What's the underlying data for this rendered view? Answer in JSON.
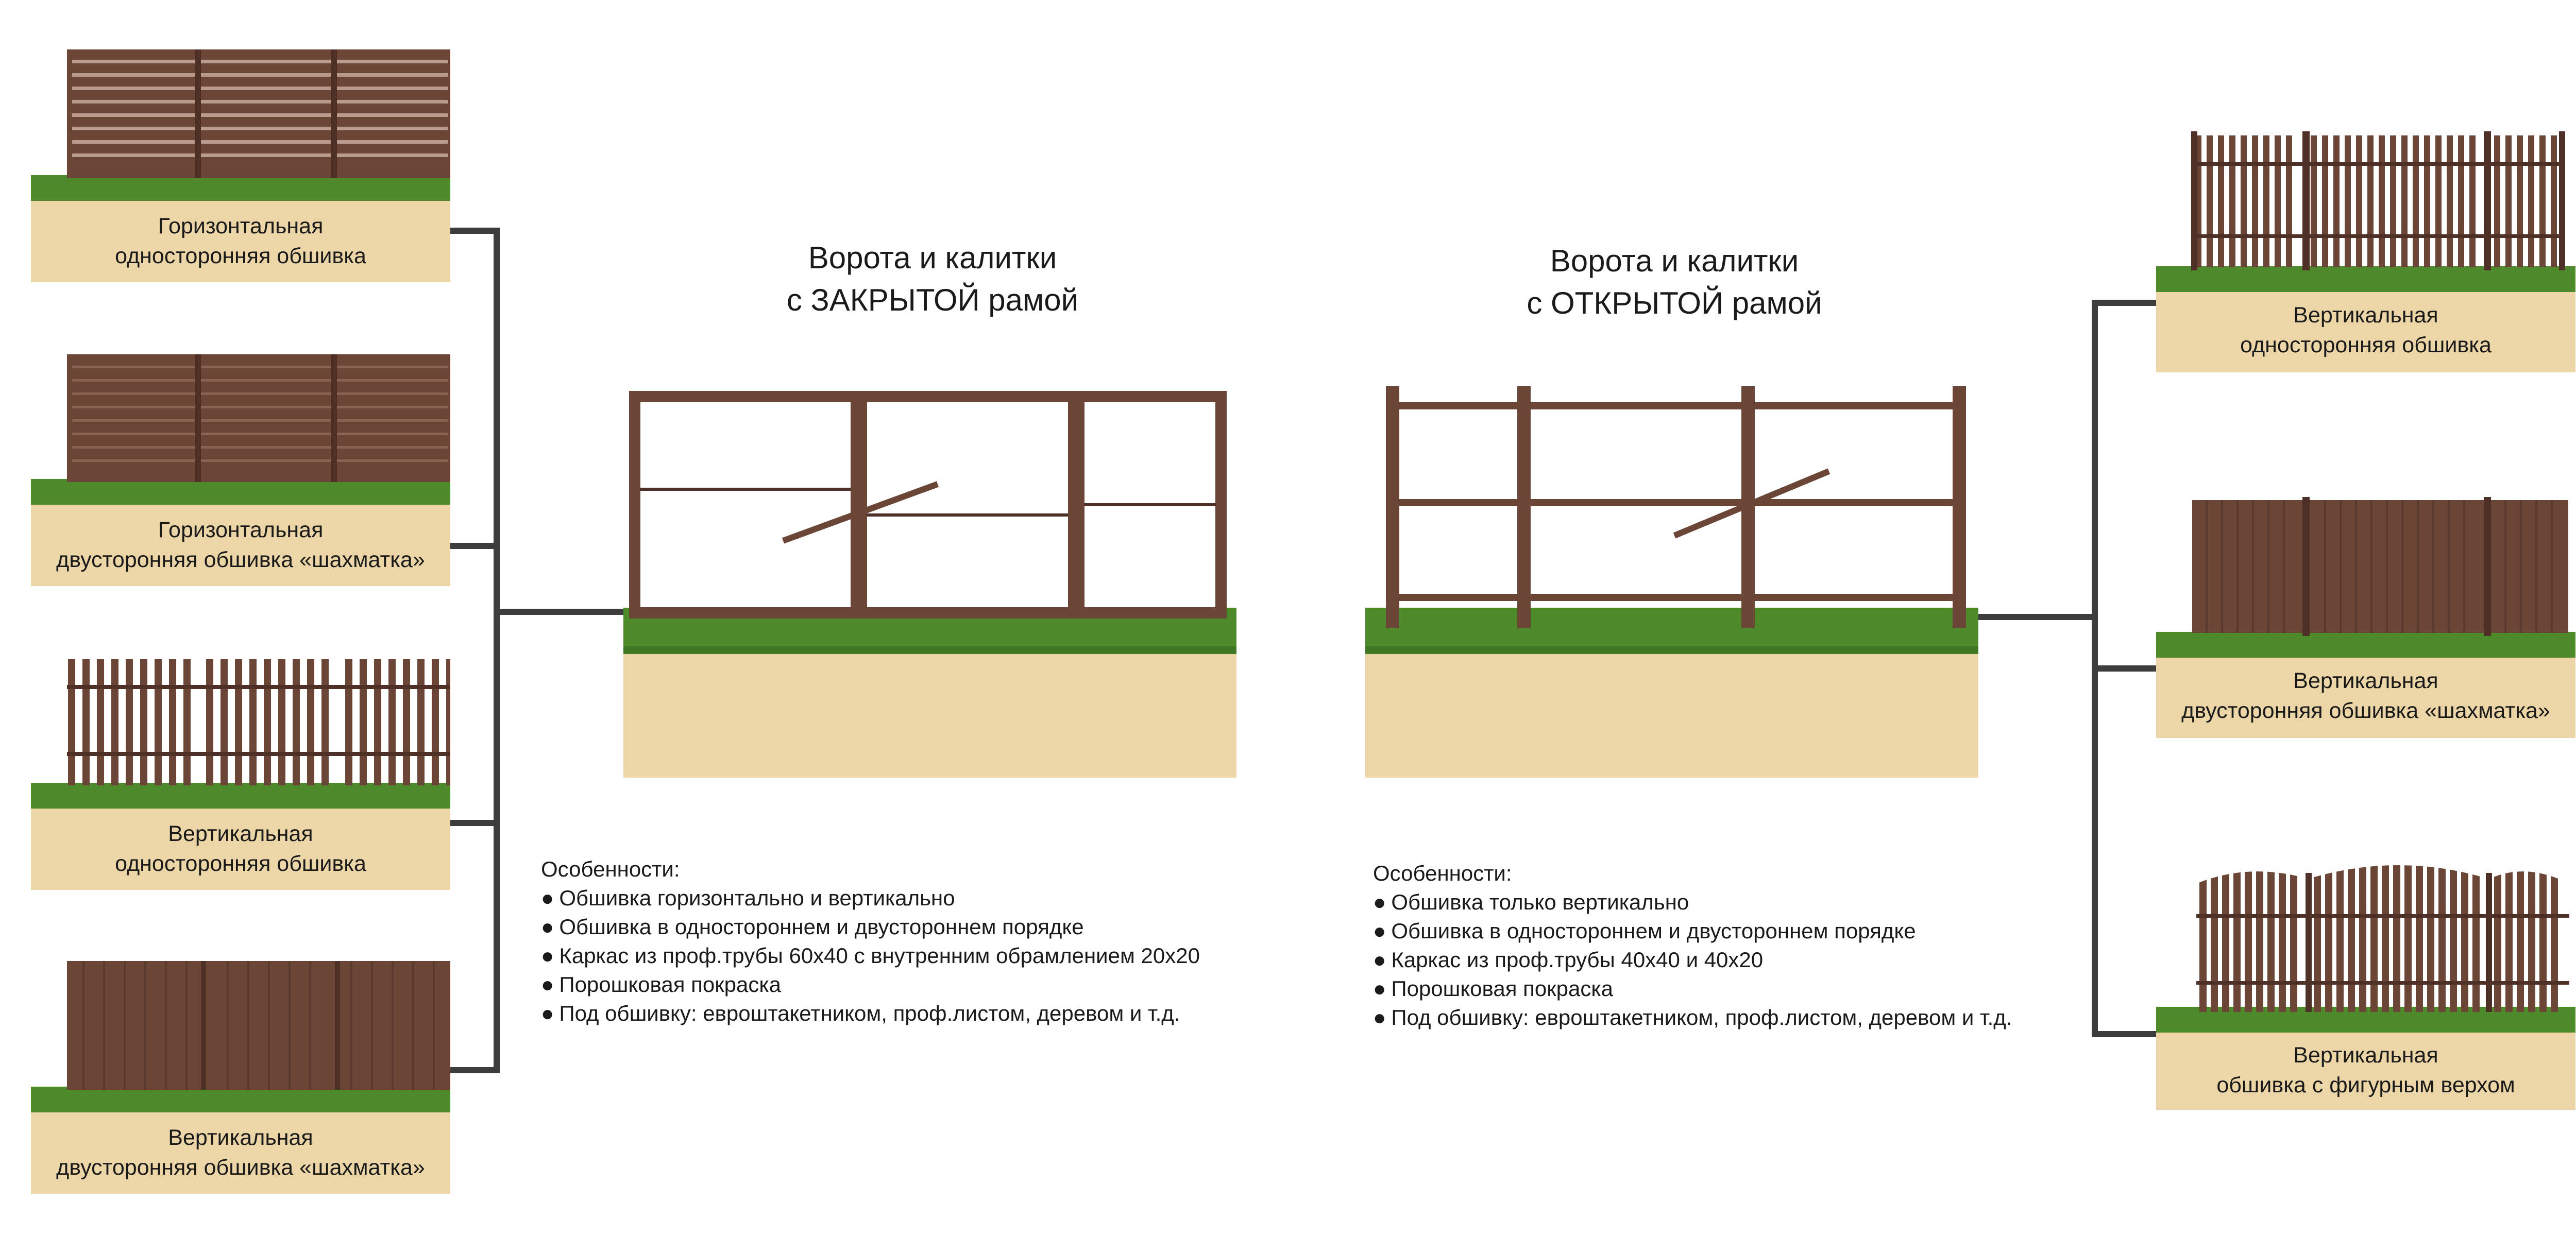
{
  "closed_frame": {
    "title_line1": "Ворота и калитки",
    "title_line2": "с ЗАКРЫТОЙ рамой",
    "features_heading": "Особенности:",
    "features": [
      "Обшивка горизонтально и вертикально",
      "Обшивка в одностороннем и двустороннем порядке",
      "Каркас из проф.трубы 60х40 с внутренним обрамлением 20х20",
      "Порошковая покраска",
      "Под обшивку: евроштакетником, проф.листом, деревом и т.д."
    ],
    "options": [
      {
        "line1": "Горизонтальная",
        "line2": "односторонняя обшивка"
      },
      {
        "line1": "Горизонтальная",
        "line2": "двусторонняя обшивка «шахматка»"
      },
      {
        "line1": "Вертикальная",
        "line2": "односторонняя обшивка"
      },
      {
        "line1": "Вертикальная",
        "line2": "двусторонняя обшивка «шахматка»"
      }
    ]
  },
  "open_frame": {
    "title_line1": "Ворота и калитки",
    "title_line2": "с ОТКРЫТОЙ рамой",
    "features_heading": "Особенности:",
    "features": [
      "Обшивка только вертикально",
      "Обшивка в одностороннем и двустороннем порядке",
      "Каркас из проф.трубы 40х40 и 40х20",
      "Порошковая покраска",
      "Под обшивку: евроштакетником, проф.листом, деревом и т.д."
    ],
    "options": [
      {
        "line1": "Вертикальная",
        "line2": "односторонняя обшивка"
      },
      {
        "line1": "Вертикальная",
        "line2": "двусторонняя обшивка «шахматка»"
      },
      {
        "line1": "Вертикальная",
        "line2": "обшивка с фигурным верхом"
      }
    ]
  },
  "colors": {
    "metal": "#6b4637",
    "metal_dark": "#4e3026",
    "grass": "#4d8a2a",
    "soil": "#ecd5a6",
    "connector": "#3d3d3d"
  }
}
